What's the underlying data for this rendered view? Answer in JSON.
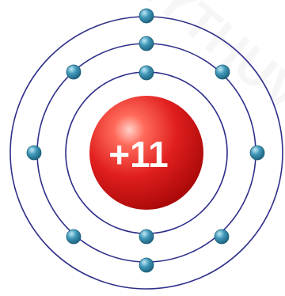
{
  "nucleus": {
    "charge_label": "+11",
    "color": "#e01e1e"
  },
  "shells": [
    {
      "name": "shell-1",
      "electrons": 2
    },
    {
      "name": "shell-2",
      "electrons": 8
    },
    {
      "name": "shell-3",
      "electrons": 1
    }
  ],
  "colors": {
    "orbit": "#2f2f8a",
    "electron": "#3f97b8",
    "background": "#ffffff"
  },
  "watermark": {
    "text": "MYTHUVIENVATLY"
  }
}
